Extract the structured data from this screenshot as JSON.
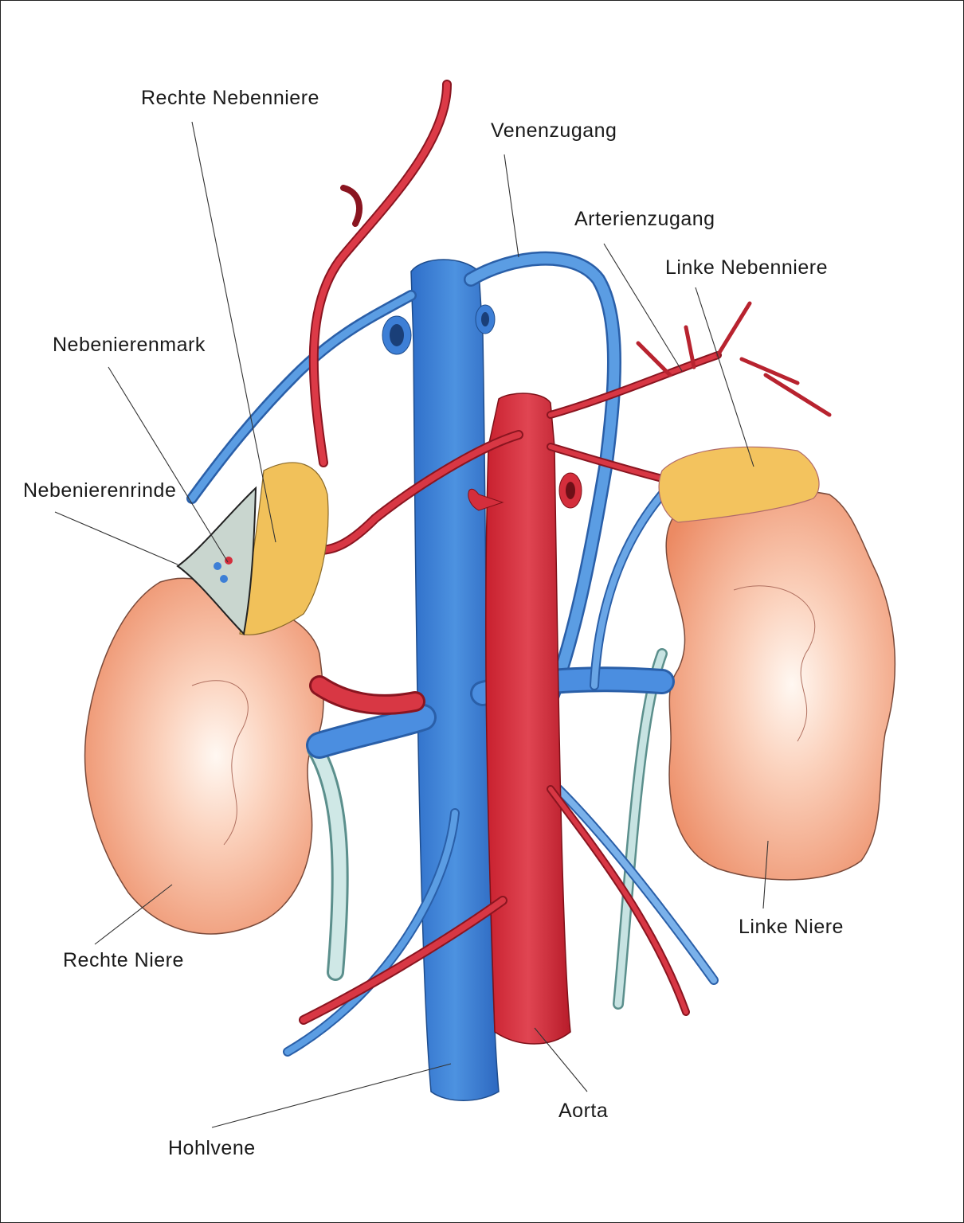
{
  "labels": {
    "rechte_nebenniere": "Rechte Nebenniere",
    "venenzugang": "Venenzugang",
    "arterienzugang": "Arterienzugang",
    "linke_nebenniere": "Linke Nebenniere",
    "nebenierenmark": "Nebenierenmark",
    "nebenierenrinde": "Nebenierenrinde",
    "rechte_niere": "Rechte Niere",
    "linke_niere": "Linke Niere",
    "aorta": "Aorta",
    "hohlvene": "Hohlvene"
  },
  "colors": {
    "vein": "#3d7fd6",
    "vein_light": "#8fc3ec",
    "artery": "#d42e3c",
    "artery_dark": "#a81c28",
    "kidney": "#f09a78",
    "kidney_light": "#fde6da",
    "gland": "#f3c561",
    "cortex": "#c9d6cf",
    "ureter": "#bfe0e0"
  }
}
